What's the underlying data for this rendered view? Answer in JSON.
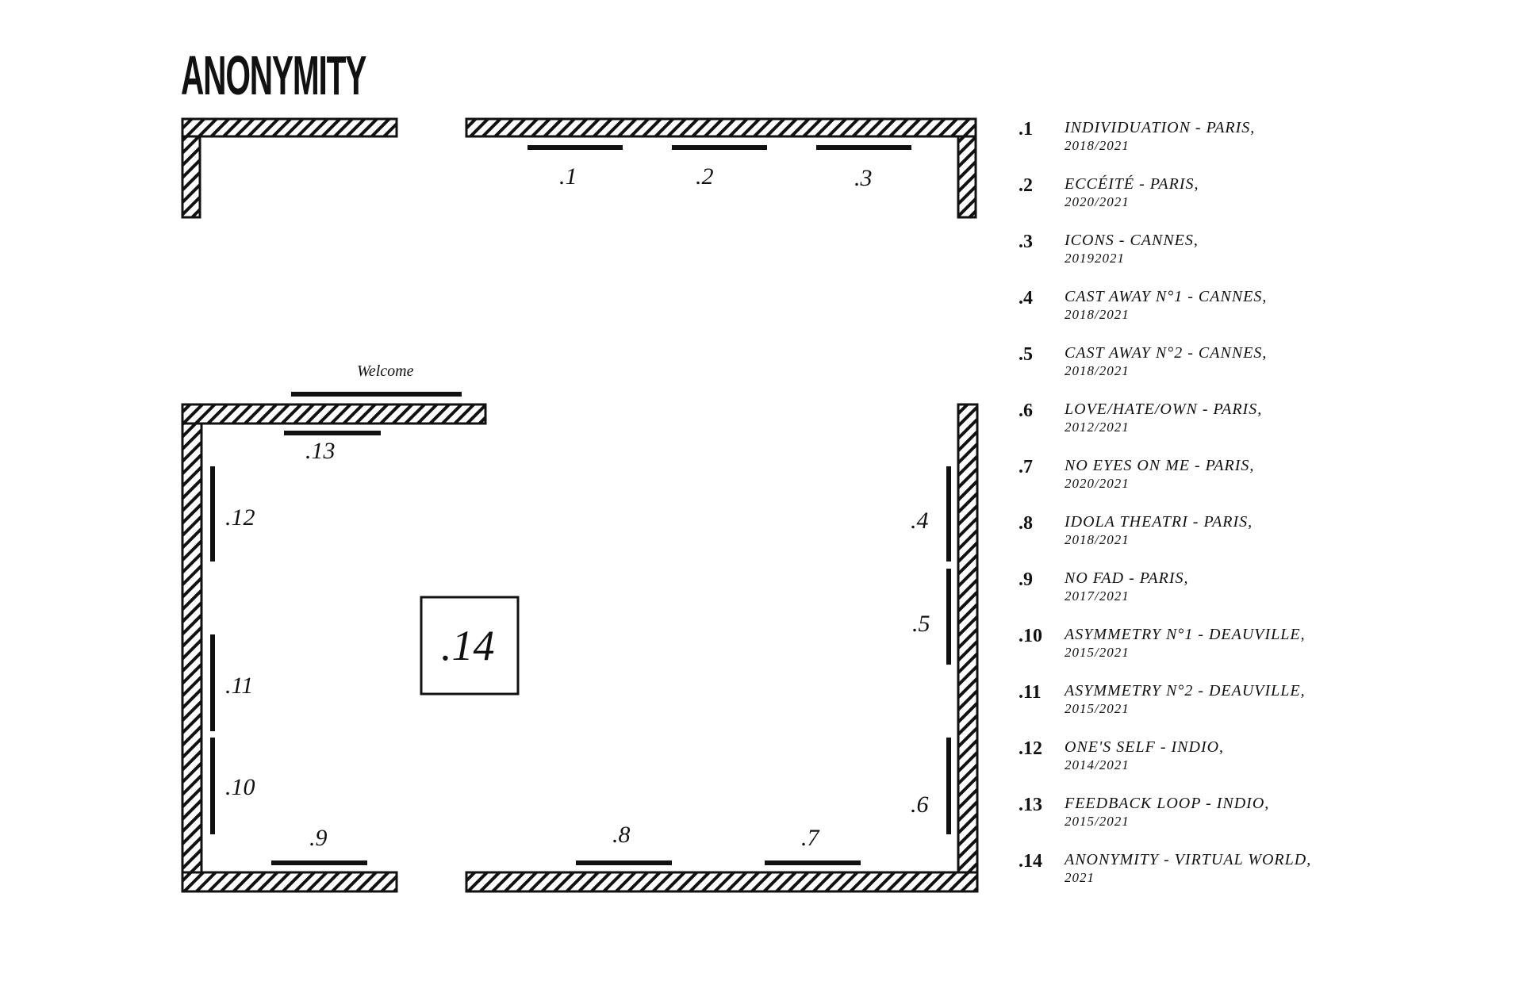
{
  "title": "ANONYMITY",
  "plan": {
    "welcome": "Welcome",
    "markers": [
      ".1",
      ".2",
      ".3",
      ".4",
      ".5",
      ".6",
      ".7",
      ".8",
      ".9",
      ".10",
      ".11",
      ".12",
      ".13",
      ".14"
    ]
  },
  "legend": [
    {
      "num": ".1",
      "title": "INDIVIDUATION - PARIS,",
      "year": "2018/2021"
    },
    {
      "num": ".2",
      "title": "ECCÉITÉ - PARIS,",
      "year": "2020/2021"
    },
    {
      "num": ".3",
      "title": "ICONS - CANNES,",
      "year": "20192021"
    },
    {
      "num": ".4",
      "title": "CAST AWAY N°1 - CANNES,",
      "year": "2018/2021"
    },
    {
      "num": ".5",
      "title": "CAST AWAY N°2 - CANNES,",
      "year": "2018/2021"
    },
    {
      "num": ".6",
      "title": "LOVE/HATE/OWN - PARIS,",
      "year": "2012/2021"
    },
    {
      "num": ".7",
      "title": "NO EYES ON ME - PARIS,",
      "year": "2020/2021"
    },
    {
      "num": ".8",
      "title": "IDOLA THEATRI - PARIS,",
      "year": "2018/2021"
    },
    {
      "num": ".9",
      "title": "NO FAD - PARIS,",
      "year": "2017/2021"
    },
    {
      "num": ".10",
      "title": "ASYMMETRY N°1 - DEAUVILLE,",
      "year": "2015/2021"
    },
    {
      "num": ".11",
      "title": "ASYMMETRY N°2 - DEAUVILLE,",
      "year": "2015/2021"
    },
    {
      "num": ".12",
      "title": "ONE'S SELF - INDIO,",
      "year": "2014/2021"
    },
    {
      "num": ".13",
      "title": "FEEDBACK LOOP - INDIO,",
      "year": "2015/2021"
    },
    {
      "num": ".14",
      "title": "ANONYMITY - VIRTUAL WORLD,",
      "year": "2021"
    }
  ]
}
